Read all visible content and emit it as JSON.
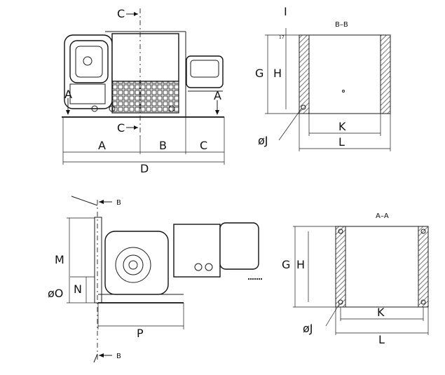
{
  "labels": {
    "sec_c_top": "C",
    "sec_c_bottom": "C",
    "sec_a_left": "A",
    "sec_a_right": "A",
    "dim_a": "A",
    "dim_b": "B",
    "dim_c": "C",
    "dim_d": "D",
    "top_right_i": "I",
    "tiny_17": "17",
    "title_bb": "B–B",
    "g1": "G",
    "h1": "H",
    "k1": "K",
    "l1": "L",
    "j1": "øJ",
    "sec_b_top": "B",
    "sec_b_bottom": "B",
    "m": "M",
    "n": "N",
    "o": "øO",
    "p": "P",
    "title_aa": "A–A",
    "g2": "G",
    "h2": "H",
    "k2": "K",
    "l2": "L",
    "j2": "øJ"
  }
}
